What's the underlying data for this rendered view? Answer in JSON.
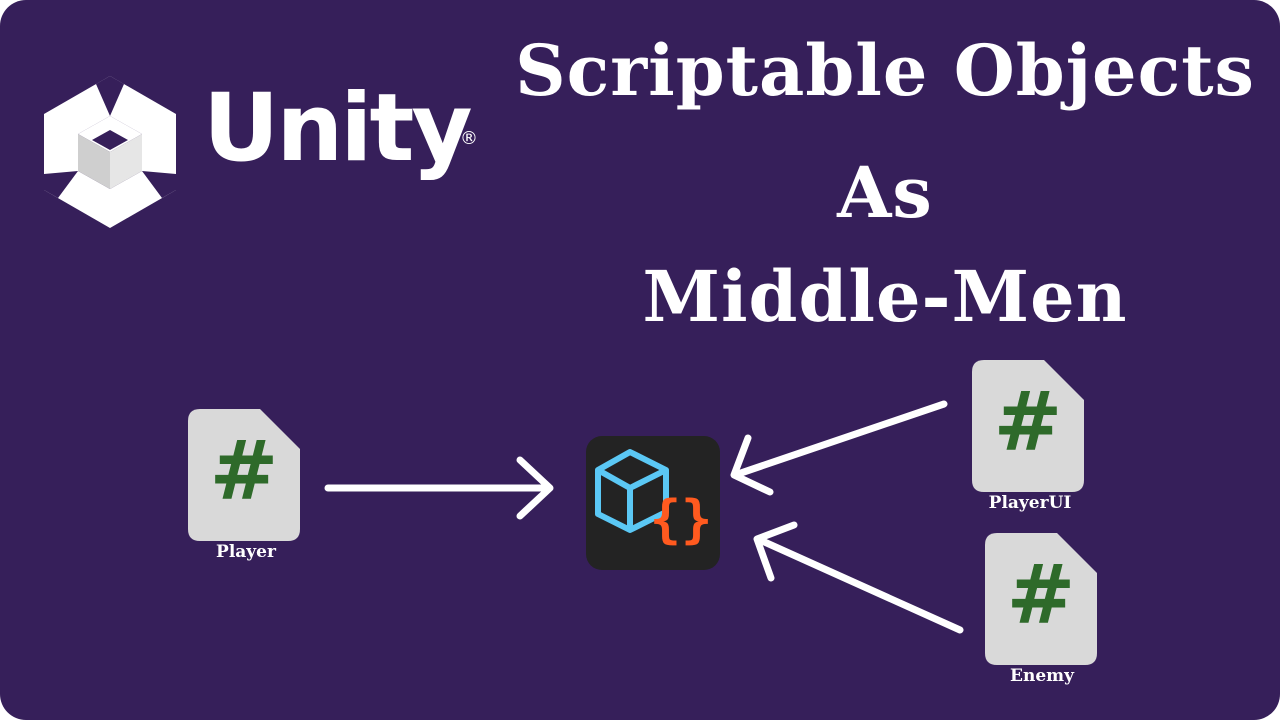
{
  "brand": {
    "name": "Unity",
    "registered_mark": "®"
  },
  "title": {
    "line1": "Scriptable Objects",
    "line2": "As",
    "line3": "Middle-Men"
  },
  "diagram": {
    "center_icon": "scriptable-object-icon",
    "center_glyph": "{}",
    "scripts": [
      {
        "label": "Player",
        "glyph": "#",
        "icon": "csharp-script-icon"
      },
      {
        "label": "PlayerUI",
        "glyph": "#",
        "icon": "csharp-script-icon"
      },
      {
        "label": "Enemy",
        "glyph": "#",
        "icon": "csharp-script-icon"
      }
    ],
    "connections": [
      {
        "from": "Player",
        "to": "ScriptableObject"
      },
      {
        "from": "PlayerUI",
        "to": "ScriptableObject"
      },
      {
        "from": "Enemy",
        "to": "ScriptableObject"
      }
    ]
  },
  "colors": {
    "background": "#361f5a",
    "text": "#ffffff",
    "script_file": "#d9d9d9",
    "script_glyph": "#2e6a2a",
    "so_cube": "#5bc8f5",
    "so_brace": "#ff5a1f",
    "so_tile": "#232323"
  }
}
